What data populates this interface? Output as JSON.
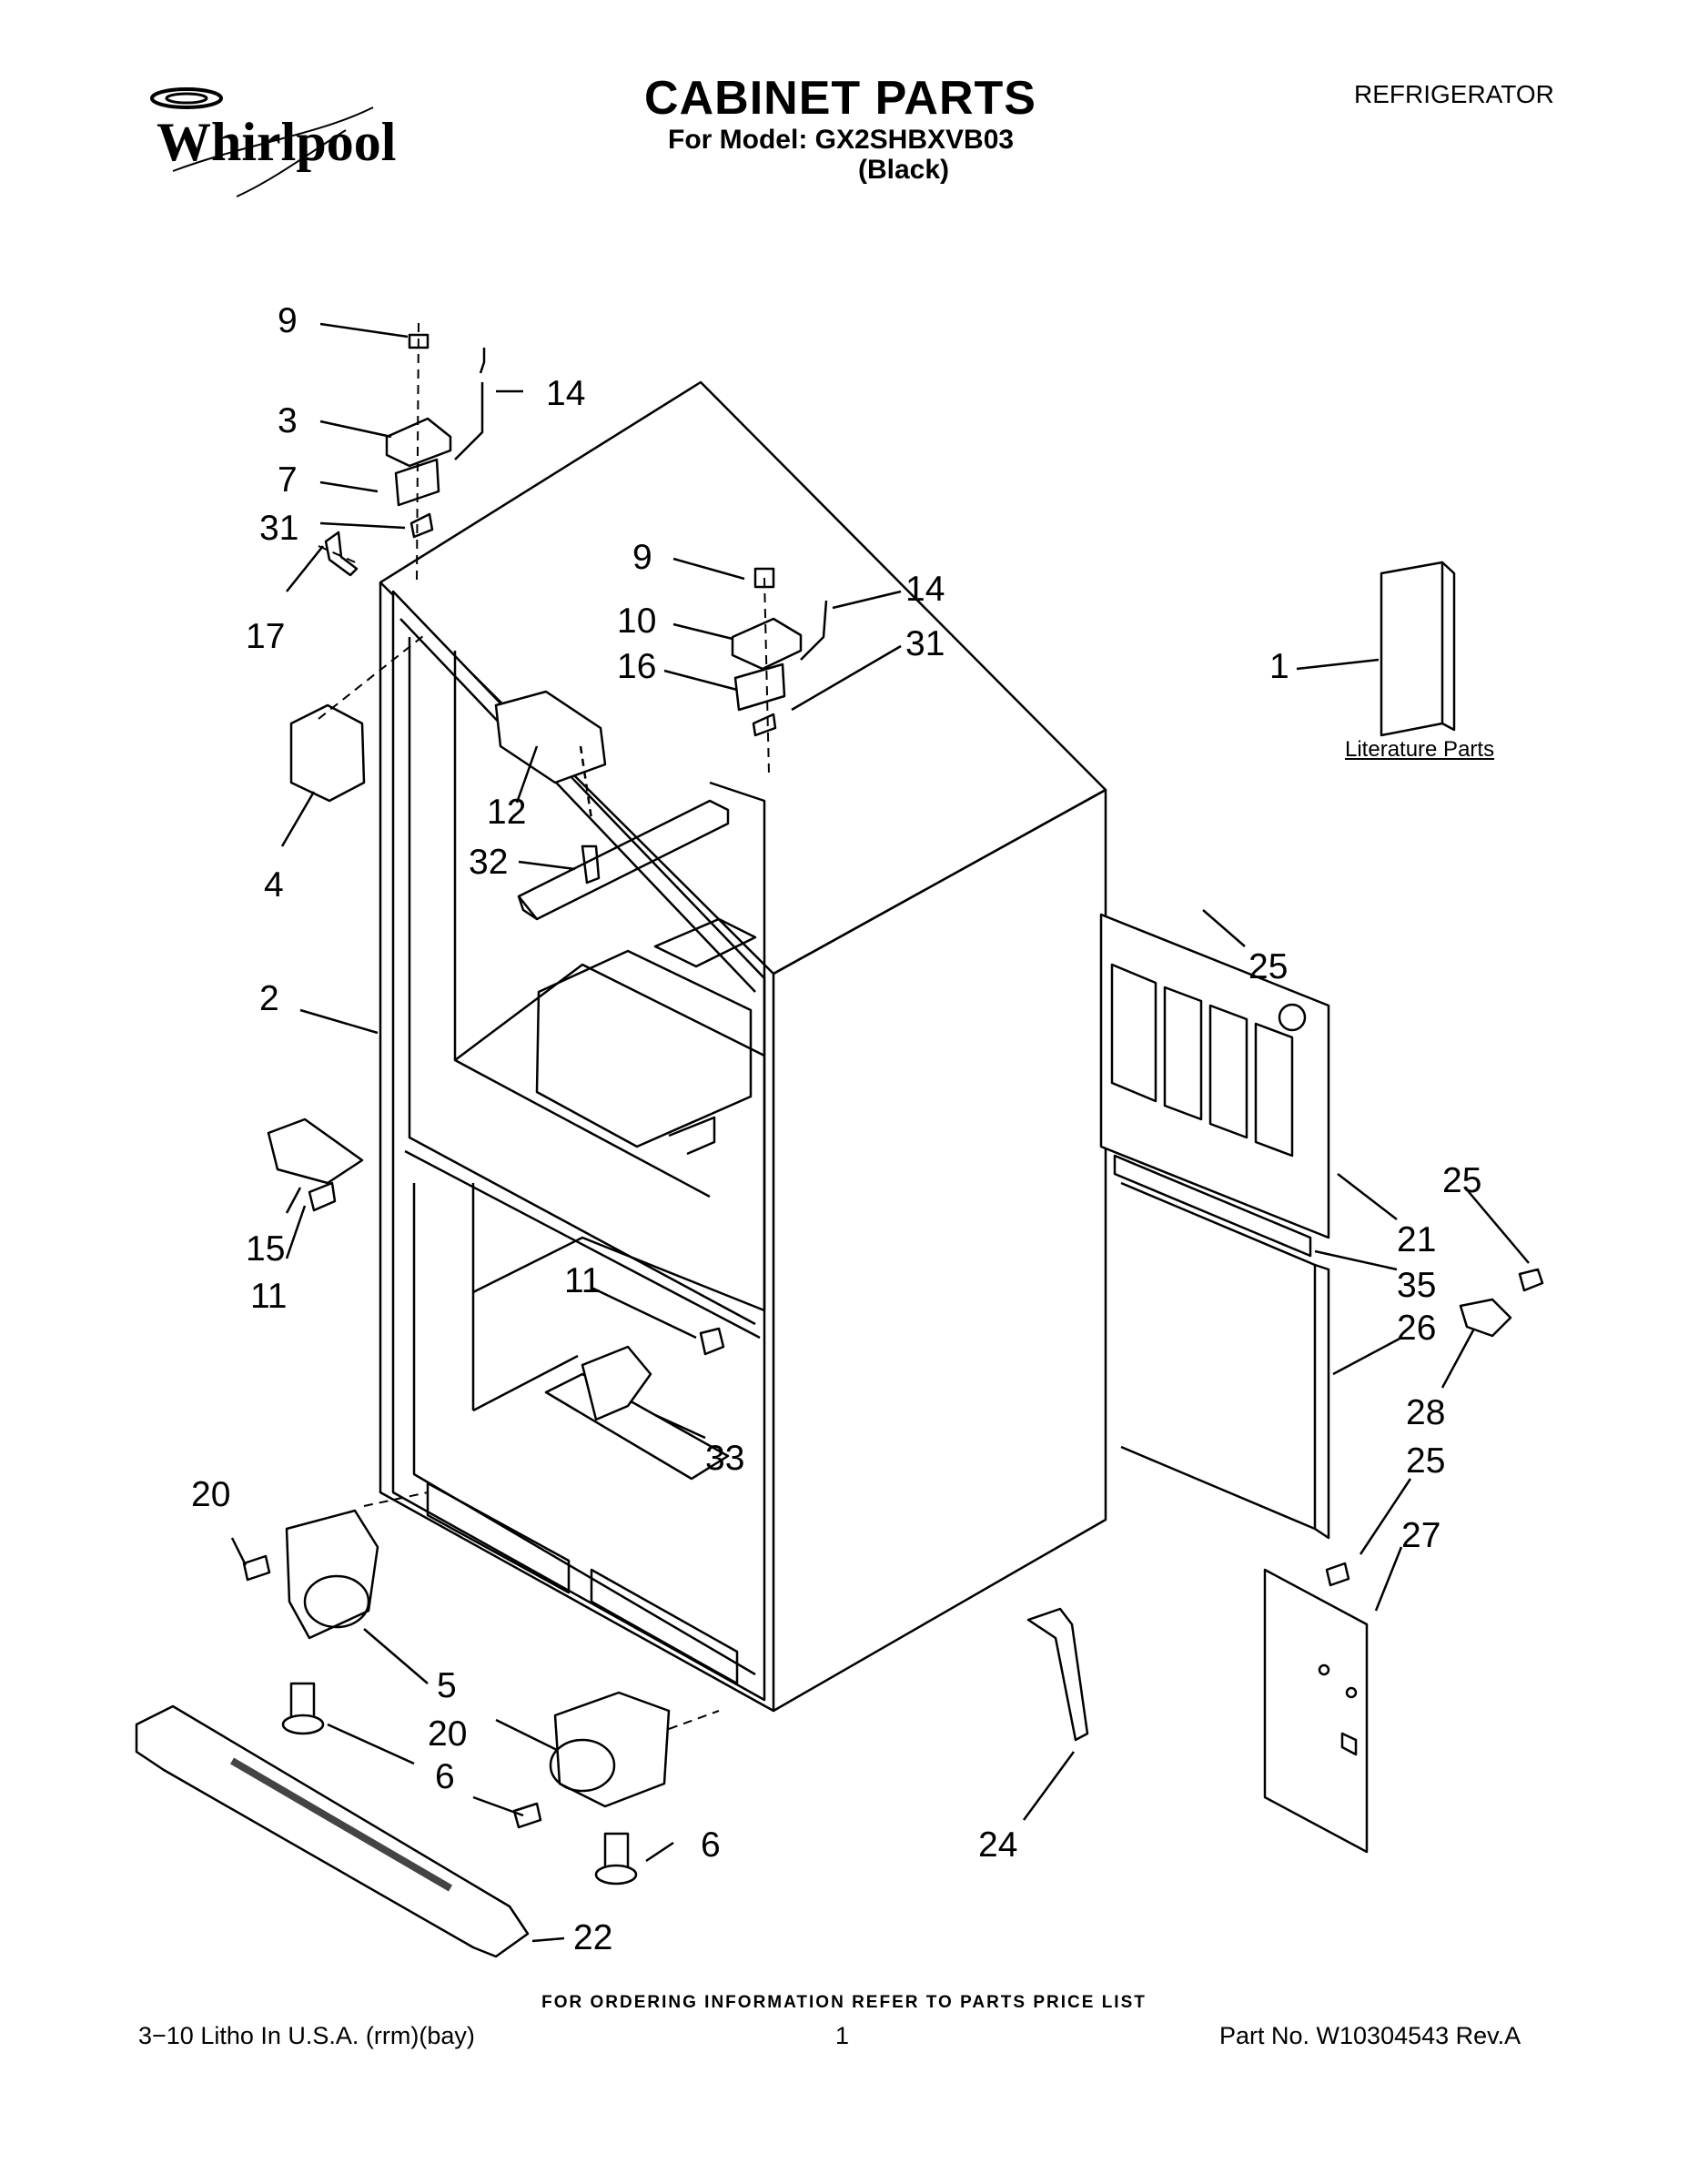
{
  "header": {
    "brand": "Whirlpool",
    "title": "CABINET PARTS",
    "model_line": "For Model: GX2SHBXVB03",
    "color_line": "(Black)",
    "appliance_type": "REFRIGERATOR"
  },
  "literature_label": "Literature Parts",
  "callouts": [
    "9",
    "14",
    "3",
    "7",
    "31",
    "17",
    "9",
    "14",
    "10",
    "31",
    "16",
    "1",
    "4",
    "12",
    "32",
    "2",
    "25",
    "15",
    "11",
    "11",
    "21",
    "25",
    "35",
    "26",
    "33",
    "28",
    "25",
    "20",
    "27",
    "5",
    "20",
    "6",
    "6",
    "24",
    "22"
  ],
  "footer": {
    "ordering_note": "FOR ORDERING INFORMATION REFER TO PARTS PRICE LIST",
    "litho": "3−10 Litho In U.S.A. (rrm)(bay)",
    "page": "1",
    "part_no": "Part No. W10304543 Rev.A"
  }
}
